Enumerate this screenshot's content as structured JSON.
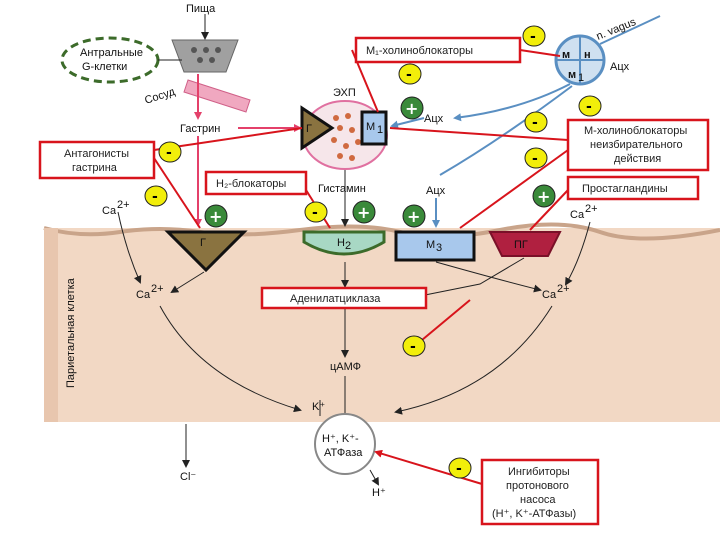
{
  "labels": {
    "food": "Пища",
    "antral_1": "Антральные",
    "antral_2": "G-клетки",
    "vessel": "Сосуд",
    "gastrin": "Гастрин",
    "ecl": "ЭХП",
    "g_receptor": "Г",
    "m1_receptor": "М",
    "m1_sub": "1",
    "ach_1": "Ацх",
    "ach_2": "Ацх",
    "ach_3": "Ацх",
    "vagus": "n. vagus",
    "m_top": "м",
    "n_top": "н",
    "m1_top": "м",
    "m1_top_sub": "1",
    "histamine": "Гистамин",
    "ca_left": "Ca",
    "ca_left_sup": "2+",
    "ca_right": "Ca",
    "ca_right_sup": "2+",
    "ca_inner_left": "Ca",
    "ca_inner_left_sup": "2+",
    "ca_inner_right": "Ca",
    "ca_inner_right_sup": "2+",
    "receptor_g": "Г",
    "receptor_h2": "Н",
    "receptor_h2_sub": "2",
    "receptor_m3": "М",
    "receptor_m3_sub": "3",
    "receptor_pg": "ПГ",
    "parietal_cell": "Париетальная клетка",
    "camp": "цАМФ",
    "k_plus": "K⁺",
    "pump_1": "H⁺, K⁺-",
    "pump_2": "АТФаза",
    "cl": "Cl⁻",
    "h_plus": "H⁺"
  },
  "boxes": {
    "m1_blockers": "М₁-холиноблокаторы",
    "gastrin_antagonists_1": "Антагонисты",
    "gastrin_antagonists_2": "гастрина",
    "h2_blockers": "Н₂-блокаторы",
    "m_blockers_1": "М-холиноблокаторы",
    "m_blockers_2": "неизбирательного",
    "m_blockers_3": "действия",
    "prostaglandins": "Простагландины",
    "adenylate_cyclase": "Аденилатциклаза",
    "ppi_1": "Ингибиторы",
    "ppi_2": "протонового",
    "ppi_3": "насоса",
    "ppi_4": "(H⁺, K⁺-АТФазы)"
  },
  "signs": {
    "minus": "-",
    "plus": "+"
  },
  "colors": {
    "box_border": "#d8141c",
    "sign_fill": "#f2ee0a",
    "plus_fill": "#3a8a3a",
    "cell_fill": "#f2d8c4",
    "cell_border": "#c9a48a",
    "gastrin_arrow": "#e4406a",
    "nerve": "#5a8fc2",
    "dark_green": "#3c6b2a",
    "g_receptor": "#8a7340",
    "h2_receptor": "#a8d8c4",
    "m3_receptor": "#a8c8ec",
    "pg_receptor": "#b02040"
  }
}
